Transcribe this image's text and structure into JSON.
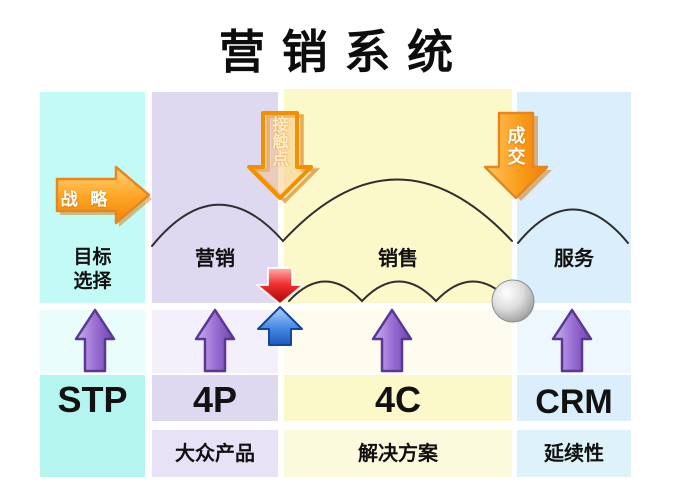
{
  "title": "营 销 系 统",
  "flow_arrows": {
    "strategy_label": "战 略",
    "touchpoint_label": "接\n触\n点",
    "deal_label": "成\n交"
  },
  "columns": [
    {
      "stage": "目标\n选择",
      "code": "STP"
    },
    {
      "stage": "营销",
      "code": "4P",
      "approach": "大众产品"
    },
    {
      "stage": "销售",
      "code": "4C",
      "approach": "解决方案"
    },
    {
      "stage": "服务",
      "code": "CRM",
      "approach": "延续性"
    }
  ],
  "colors": {
    "column_target": "#c2fbf6",
    "column_marketing": "#ded8f0",
    "column_sales": "#fbf8c9",
    "column_service": "#daeefb",
    "arrow_orange": "#f59000",
    "arrow_purple": "#8a5fc8",
    "arrow_red": "#e01010",
    "arrow_blue": "#2a6ad0",
    "ball_gray": "#b5b5b5"
  }
}
